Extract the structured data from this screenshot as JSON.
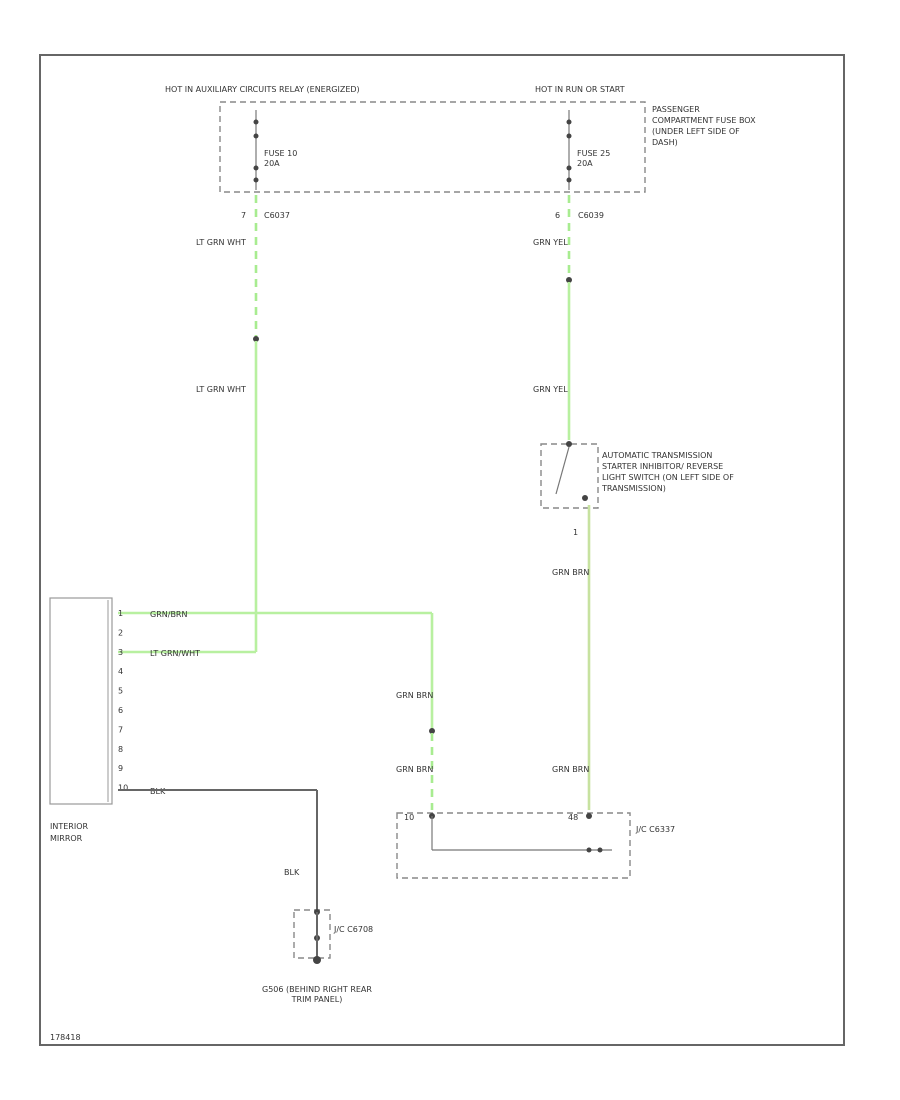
{
  "diagram": {
    "footer_id": "178418",
    "hot_acc": "HOT IN AUXILIARY CIRCUITS RELAY (ENERGIZED)",
    "hot_run": "HOT IN RUN OR START",
    "passenger_box": "PASSENGER COMPARTMENT FUSE BOX (UNDER LEFT SIDE OF DASH)",
    "fuse10": {
      "label": "FUSE 10",
      "rating": "20A",
      "pin": "7",
      "conn": "C6037"
    },
    "fuse25": {
      "label": "FUSE 25",
      "rating": "20A",
      "pin": "6",
      "conn": "C6039"
    },
    "wires": {
      "lt_grn_wht": "LT GRN WHT",
      "grn_yel": "GRN YEL",
      "grn_brn": "GRN BRN",
      "blk": "BLK",
      "mirror_pin1": "GRN/BRN",
      "mirror_pin3": "LT GRN/WHT",
      "mirror_pin10": "BLK"
    },
    "switch": {
      "name": "AUTOMATIC TRANSMISSION STARTER INHIBITOR/ REVERSE LIGHT SWITCH (ON LEFT SIDE OF TRANSMISSION)",
      "pin": "1"
    },
    "mirror": {
      "name": "INTERIOR MIRROR",
      "pins": [
        "1",
        "2",
        "3",
        "4",
        "5",
        "6",
        "7",
        "8",
        "9",
        "10"
      ]
    },
    "junction": {
      "label": "J/C C6337",
      "pin_a": "10",
      "pin_b": "48"
    },
    "ground": {
      "label": "J/C C6708",
      "name": "G506 (BEHIND RIGHT REAR TRIM PANEL)"
    }
  }
}
